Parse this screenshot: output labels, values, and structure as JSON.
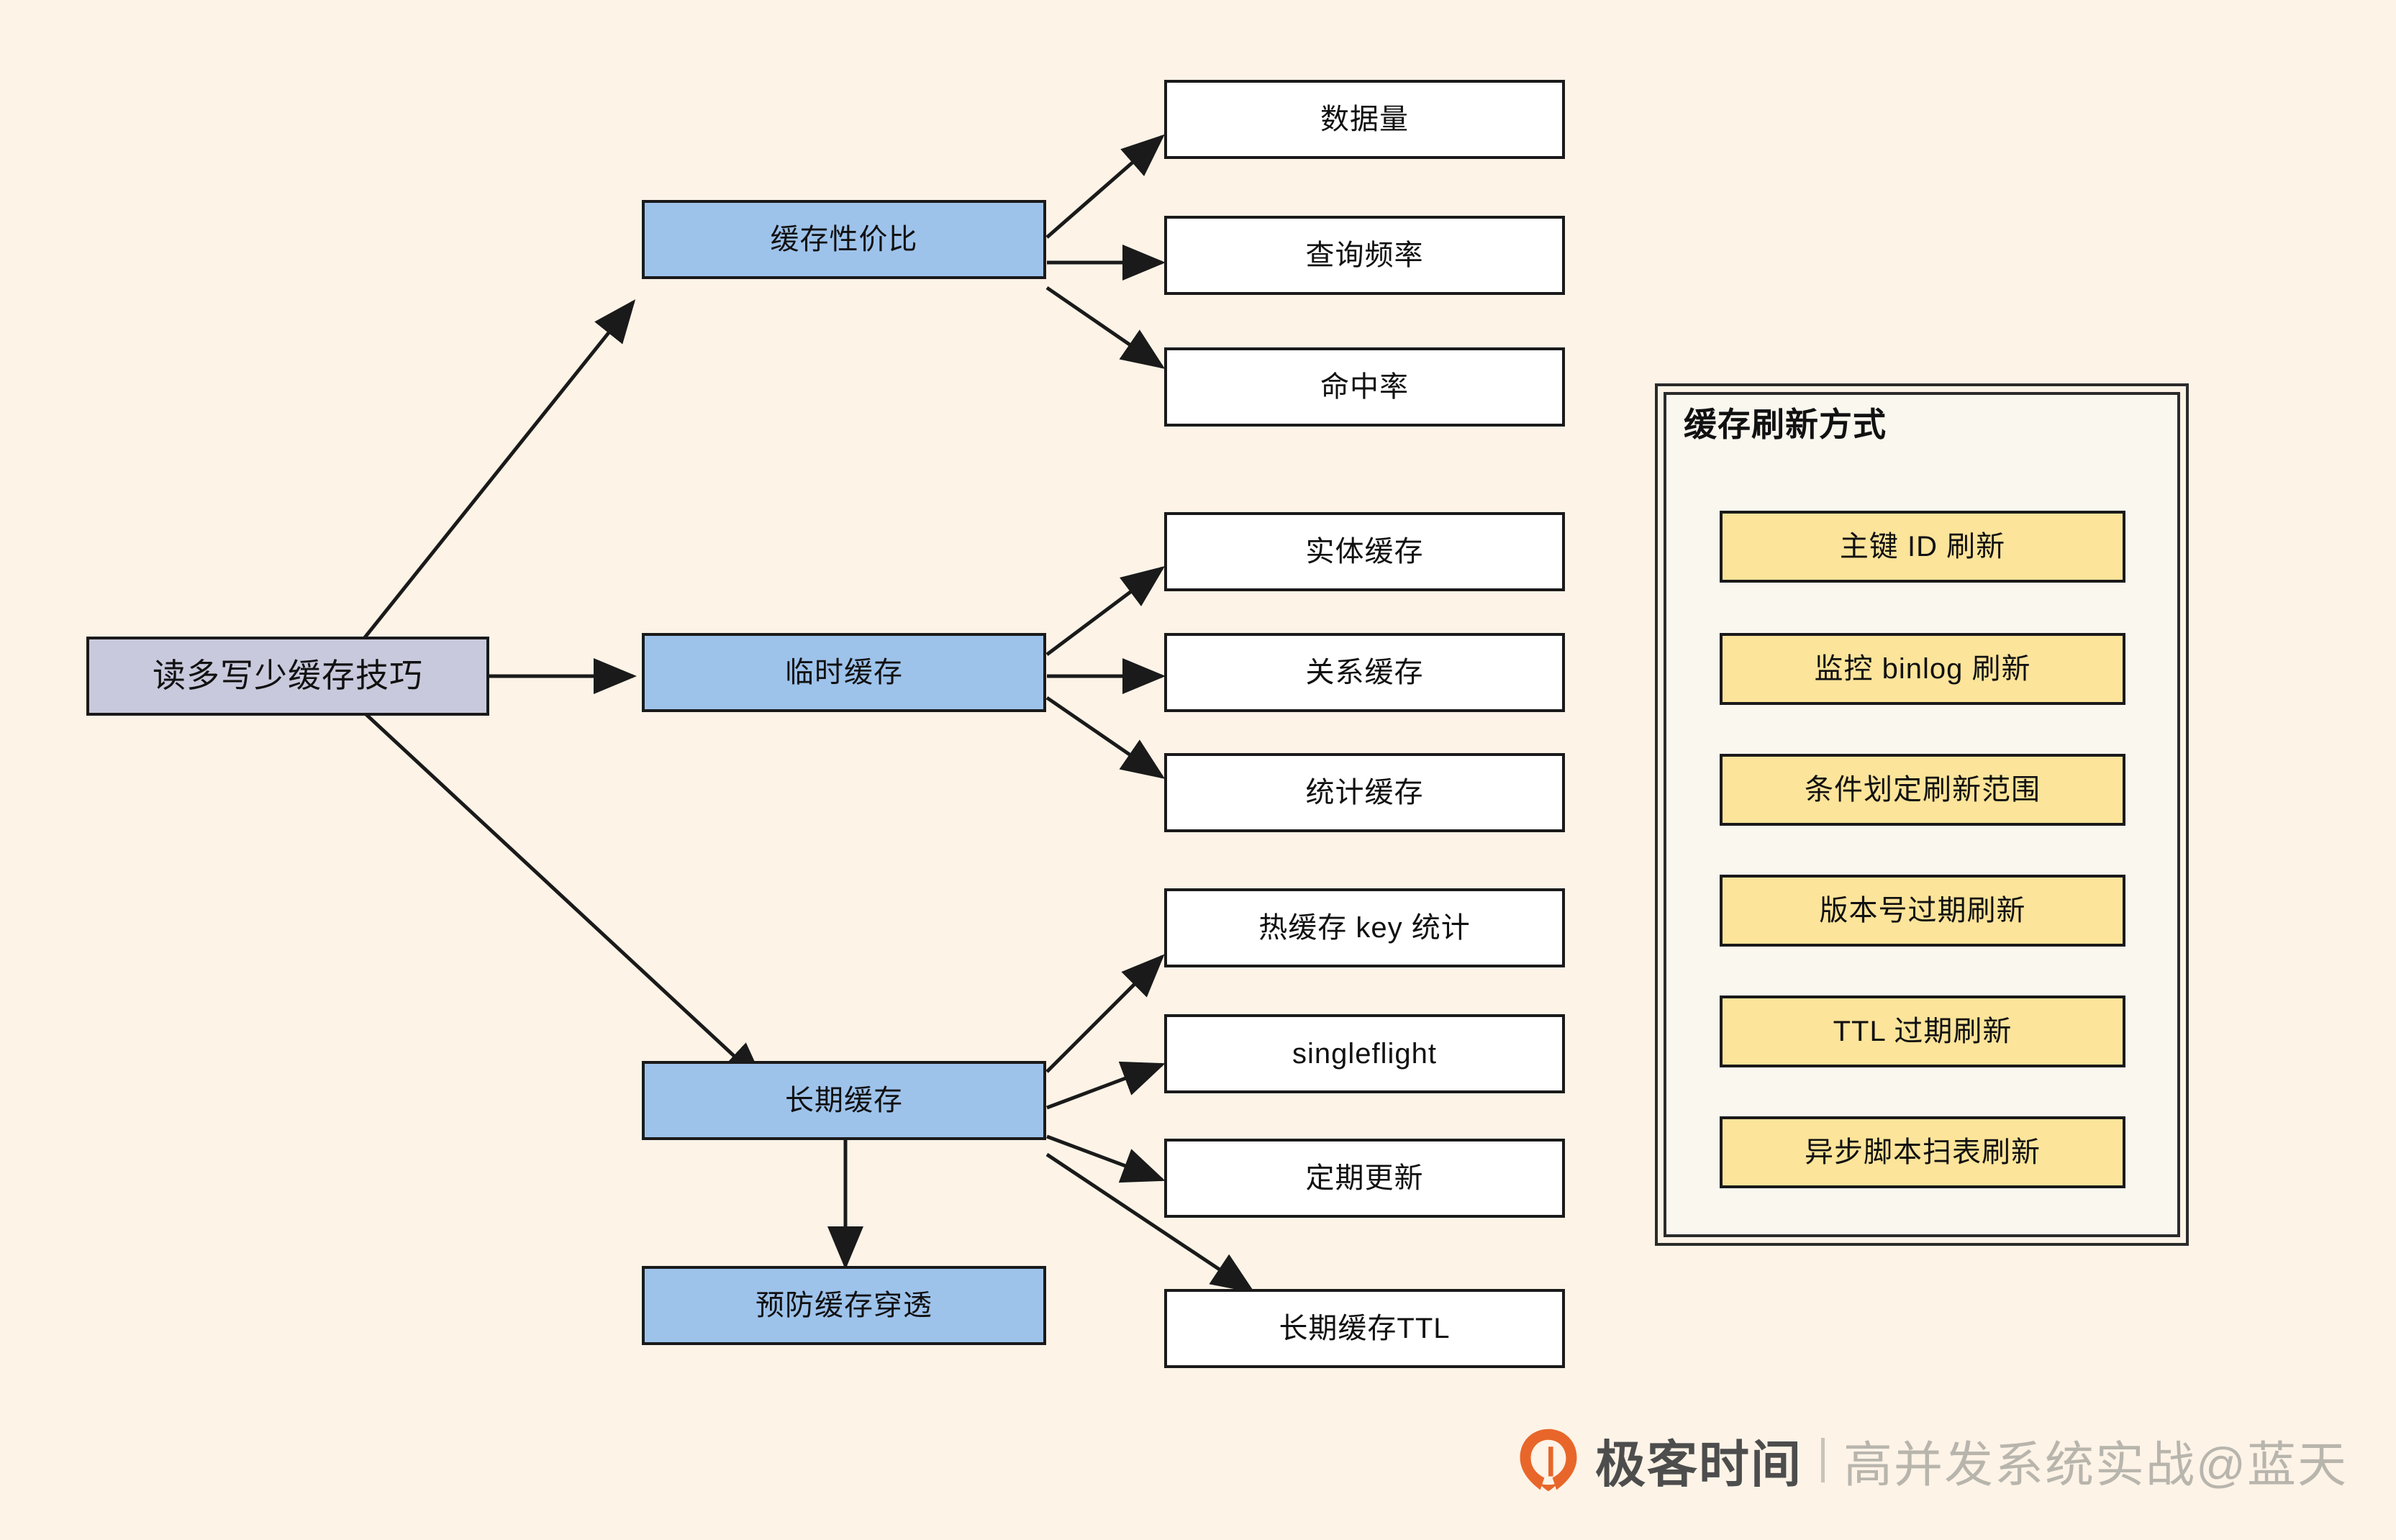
{
  "background_color": "#FDF3E7",
  "colors": {
    "root_fill": "#C9C9DD",
    "branch_fill": "#9EC3EB",
    "leaf_fill": "#FFFFFF",
    "refresh_item_fill": "#FCE49A",
    "panel_fill": "#FAF7EF",
    "stroke": "#1a1a1a",
    "logo_orange": "#E8662A"
  },
  "diagram": {
    "root": {
      "label": "读多写少缓存技巧"
    },
    "branches": [
      {
        "label": "缓存性价比",
        "children": [
          {
            "label": "数据量"
          },
          {
            "label": "查询频率"
          },
          {
            "label": "命中率"
          }
        ]
      },
      {
        "label": "临时缓存",
        "children": [
          {
            "label": "实体缓存"
          },
          {
            "label": "关系缓存"
          },
          {
            "label": "统计缓存"
          }
        ]
      },
      {
        "label": "长期缓存",
        "children": [
          {
            "label": "热缓存 key 统计"
          },
          {
            "label": "singleflight"
          },
          {
            "label": "定期更新"
          },
          {
            "label": "长期缓存TTL"
          }
        ]
      }
    ],
    "extra_node": {
      "label": "预防缓存穿透"
    }
  },
  "panel": {
    "title": "缓存刷新方式",
    "items": [
      {
        "label": "主键 ID 刷新"
      },
      {
        "label": "监控 binlog 刷新"
      },
      {
        "label": "条件划定刷新范围"
      },
      {
        "label": "版本号过期刷新"
      },
      {
        "label": "TTL 过期刷新"
      },
      {
        "label": "异步脚本扫表刷新"
      }
    ]
  },
  "footer": {
    "brand": "极客时间",
    "tagline": "高并发系统实战@蓝天"
  }
}
